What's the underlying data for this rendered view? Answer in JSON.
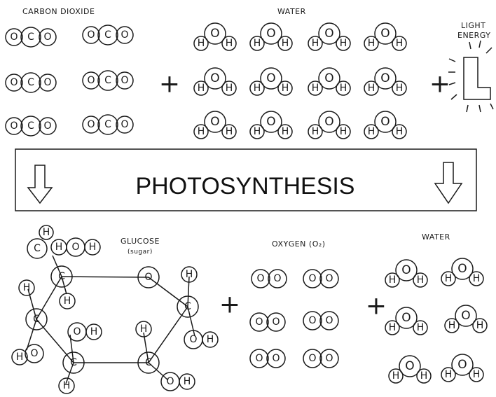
{
  "reactants": {
    "carbon_dioxide_label": "CARBON DIOXIDE",
    "water_label": "WATER",
    "light_label_line1": "LIGHT",
    "light_label_line2": "ENERGY",
    "light_symbol": "L"
  },
  "plus_sign": "+",
  "banner": {
    "title": "PHOTOSYNTHESIS"
  },
  "products": {
    "glucose_label": "GLUCOSE",
    "glucose_sublabel": "(sugar)",
    "oxygen_label": "OXYGEN (O₂)",
    "water_label": "WATER"
  },
  "atoms": {
    "carbon": "C",
    "oxygen": "O",
    "hydrogen": "H"
  }
}
